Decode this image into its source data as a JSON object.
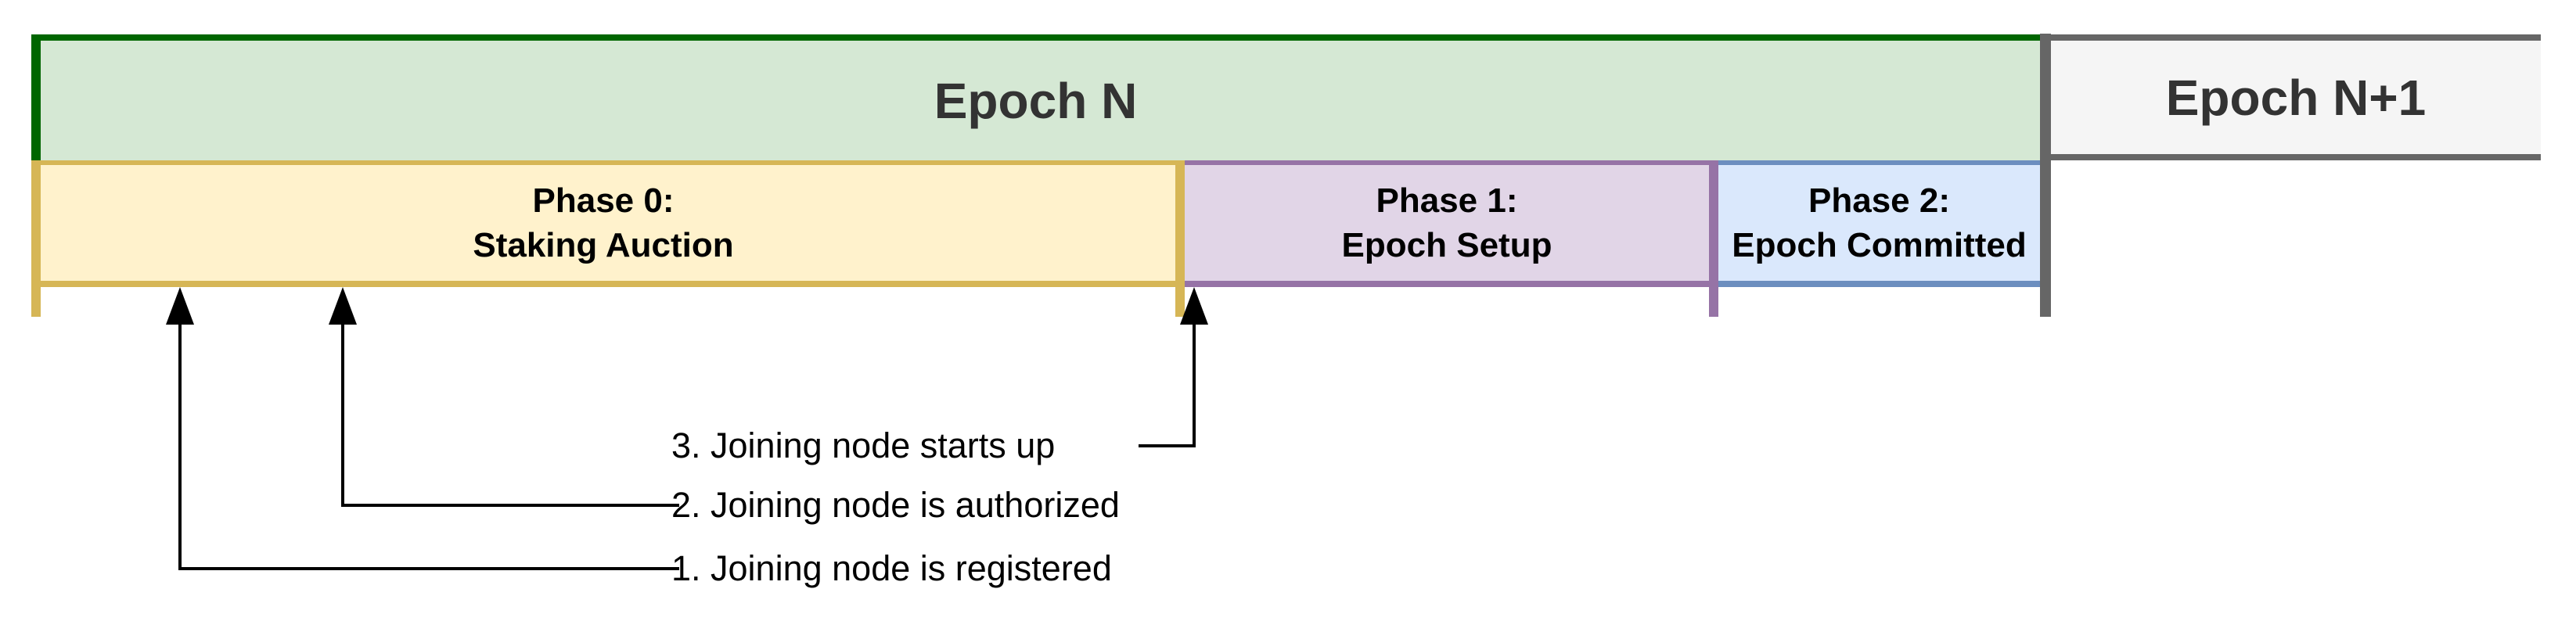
{
  "diagram": {
    "epochs": [
      {
        "label": "Epoch N",
        "fill": "#d5e8d4",
        "border": "#006600"
      },
      {
        "label": "Epoch N+1",
        "fill": "#f5f5f5",
        "border": "#666666"
      }
    ],
    "phases": [
      {
        "title": "Phase 0:",
        "subtitle": "Staking Auction",
        "fill": "#fff2cc",
        "border": "#d6b656"
      },
      {
        "title": "Phase 1:",
        "subtitle": "Epoch Setup",
        "fill": "#e1d5e7",
        "border": "#9673a6"
      },
      {
        "title": "Phase 2:",
        "subtitle": "Epoch Committed",
        "fill": "#dae8fc",
        "border": "#6c8ebf"
      }
    ],
    "annotations": [
      {
        "label": "1. Joining node is registered"
      },
      {
        "label": "2. Joining node is authorized"
      },
      {
        "label": "3. Joining node starts up"
      }
    ],
    "colors": {
      "epoch_text": "#333333",
      "phase_text": "#000000",
      "annotation_text": "#000000",
      "arrow": "#000000",
      "background": "#ffffff"
    }
  }
}
